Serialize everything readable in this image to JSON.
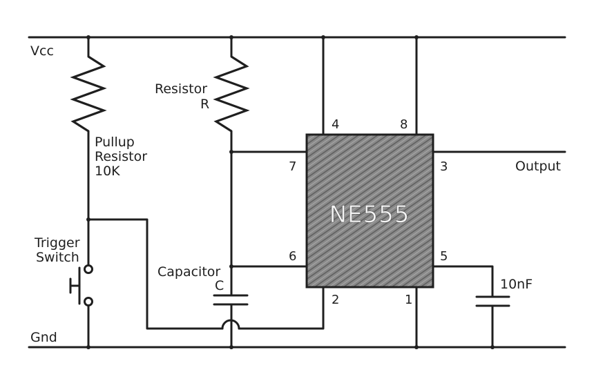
{
  "diagram": {
    "chip": {
      "name": "NE555",
      "fill": "#8c8c8c",
      "hatch": "#5a5a5a"
    },
    "pins": {
      "p4": "4",
      "p8": "8",
      "p7": "7",
      "p3": "3",
      "p6": "6",
      "p5": "5",
      "p2": "2",
      "p1": "1"
    },
    "labels": {
      "vcc": "Vcc",
      "gnd": "Gnd",
      "output": "Output",
      "pullup_line1": "Pullup",
      "pullup_line2": "Resistor",
      "pullup_line3": "10K",
      "resistor_line1": "Resistor",
      "resistor_line2": "R",
      "trigger_line1": "Trigger",
      "trigger_line2": "Switch",
      "capacitor_line1": "Capacitor",
      "capacitor_line2": "C",
      "cap_10nf": "10nF"
    }
  }
}
